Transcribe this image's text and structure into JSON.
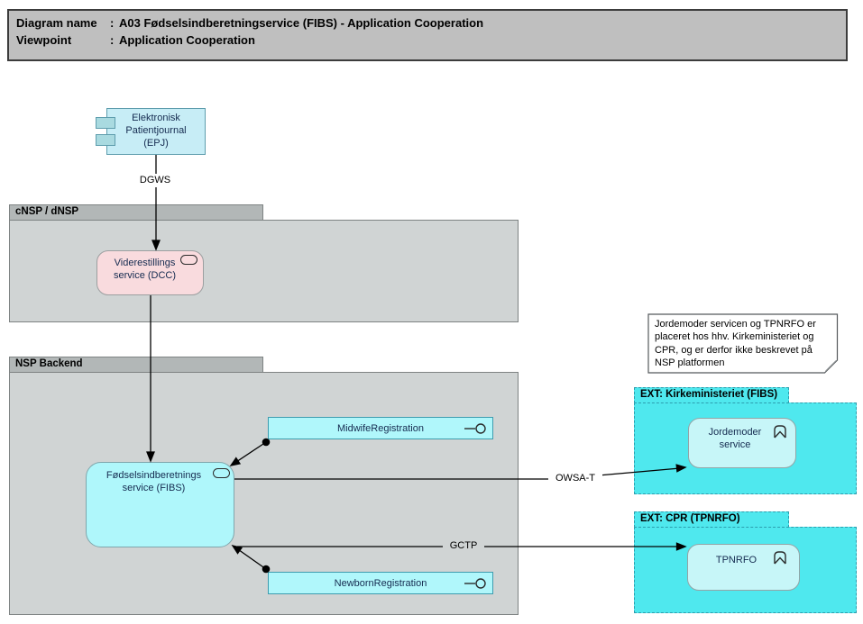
{
  "title": {
    "colon": ":",
    "rows": [
      {
        "label": "Diagram name",
        "value": "A03 Fødselsindberetningservice (FIBS) - Application Cooperation"
      },
      {
        "label": "Viewpoint",
        "value": "Application Cooperation"
      }
    ]
  },
  "containers": {
    "cnsp": {
      "label": "cNSP / dNSP"
    },
    "nsp": {
      "label": "NSP Backend"
    },
    "ext_kirke": {
      "label": "EXT: Kirkeministeriet (FIBS)"
    },
    "ext_cpr": {
      "label": "EXT: CPR (TPNRFO)"
    }
  },
  "nodes": {
    "epj": {
      "label": "Elektronisk\nPatientjournal\n(EPJ)",
      "type": "application-component"
    },
    "dcc": {
      "label": "Viderestillings\nservice (DCC)",
      "type": "application-service"
    },
    "fibs": {
      "label": "Fødselsindberetnings\nservice (FIBS)",
      "type": "application-service"
    },
    "midwife": {
      "label": "MidwifeRegistration",
      "type": "application-interface"
    },
    "newborn": {
      "label": "NewbornRegistration",
      "type": "application-interface"
    },
    "jordemoder": {
      "label": "Jordemoder\nservice",
      "type": "external-service"
    },
    "tpnrfo": {
      "label": "TPNRFO",
      "type": "external-service"
    }
  },
  "connectors": {
    "dgws": {
      "label": "DGWS",
      "from": "epj",
      "to": "dcc"
    },
    "owsat": {
      "label": "OWSA-T",
      "from": "fibs",
      "to": "jordemoder"
    },
    "gctp": {
      "label": "GCTP",
      "from": "fibs",
      "to": "tpnrfo"
    },
    "midwife_assignment": {
      "from": "midwife",
      "to": "fibs"
    },
    "newborn_assignment": {
      "from": "newborn",
      "to": "fibs"
    },
    "dcc_to_fibs": {
      "from": "dcc",
      "to": "fibs"
    }
  },
  "note": {
    "text": "Jordemoder servicen og TPNRFO er\nplaceret hos hhv. Kirkeministeriet og\nCPR, og er derfor ikke beskrevet på\nNSP platformen"
  },
  "colors": {
    "title_fill": "#bfbfbf",
    "folder_tab": "#b2b7b7",
    "folder_body": "#d0d4d4",
    "folder_border": "#7e8383",
    "ext_fill": "#4fe8ee",
    "ext_border": "#2c9eae",
    "ext_node_fill": "#c7f6f8",
    "component_fill": "#c7edf6",
    "component_border": "#5e9dad",
    "service_fill": "#aff7fb",
    "interface_fill": "#b0f7fb",
    "interface_border": "#3e9cae",
    "dcc_fill": "#f9dbde",
    "note_fill": "#ffffff",
    "line_color": "#000000",
    "label_text": "#152b50"
  }
}
